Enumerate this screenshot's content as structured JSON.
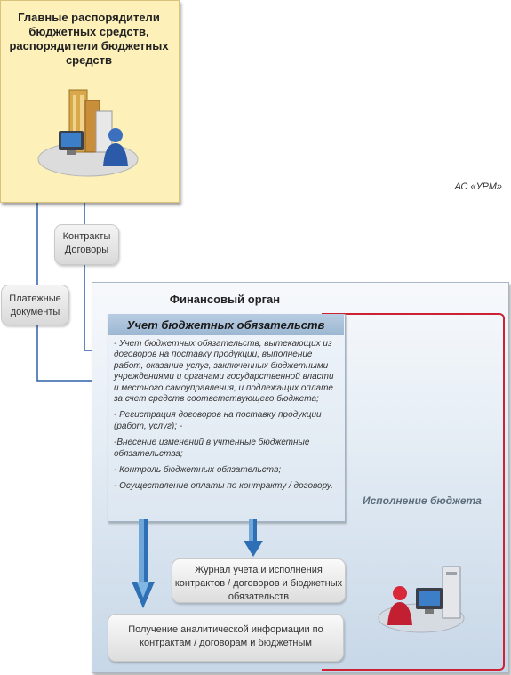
{
  "top_panel": {
    "title": "Главные распорядители бюджетных средств, распорядители бюджетных средств",
    "system_label": "АС «УРМ»"
  },
  "contracts_box": {
    "line1": "Контракты",
    "line2": "Договоры"
  },
  "payments_box": {
    "line1": "Платежные",
    "line2": "документы"
  },
  "finance": {
    "title": "Финансовый орган",
    "execution_label": "Исполнение  бюджета",
    "accounting": {
      "title": "Учет бюджетных обязательств",
      "items": [
        "- Учет бюджетных обязательств, вытекающих из договоров на поставку продукции, выполнение работ, оказание услуг, заключенных бюджетными учреждениями и органами государственной власти и местного самоуправления, и подлежащих оплате за счет средств соответствующего бюджета;",
        "- Регистрация договоров на поставку продукции (работ, услуг); -",
        "-Внесение изменений в учтенные бюджетные обязательства;",
        "- Контроль бюджетных обязательств;",
        "- Осуществление оплаты по контракту / договору."
      ]
    },
    "journal": "Журнал учета и исполнения контрактов / договоров и бюджетных обязательств",
    "analytics": "Получение аналитической информации по контрактам / договорам и бюджетным"
  },
  "colors": {
    "arrow": "#2e5fa8",
    "frame": "#cc2233",
    "top_bg": "#fdf0b8"
  }
}
